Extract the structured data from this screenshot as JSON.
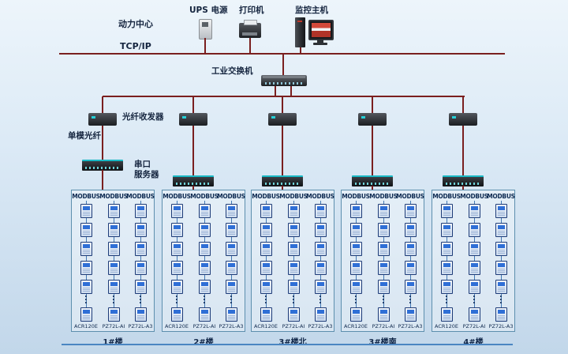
{
  "colors": {
    "backbone_line": "#7a1f1f",
    "branch_line": "#4178b4",
    "device_accent": "#19b8c4",
    "box_border": "#5d8fae",
    "background_top": "#edf5fb",
    "background_bottom": "#c2d7ea"
  },
  "top": {
    "power_center": "动力中心",
    "ups_label": "UPS 电源",
    "printer_label": "打印机",
    "host_label": "监控主机",
    "tcpip_label": "TCP/IP",
    "switch_label": "工业交换机"
  },
  "annotations": {
    "fiber_transceiver": "光纤收发器",
    "single_mode_fiber": "单模光纤",
    "serial_server_line1": "串口",
    "serial_server_line2": "服务器"
  },
  "icons": {
    "ups": "ups-tower-icon (css box)",
    "printer": "printer-icon (css box)",
    "monitor_host": "pc-with-monitor-icon (css shapes)",
    "switch": "industrial-switch-icon (css box with ports)",
    "fiber_transceiver": "fiber-transceiver-icon (css box)",
    "serial_server": "serial-server-icon (css box, teal stripe)",
    "meter": "power-meter-icon (css box, blue display)"
  },
  "meters": {
    "visible_rows": 5,
    "bottom_rows": 1
  },
  "branches": [
    {
      "building": "1#楼",
      "columns": [
        {
          "bus": "MODBUS",
          "model": "ACR120E"
        },
        {
          "bus": "MODBUS",
          "model": "PZ72L-AI"
        },
        {
          "bus": "MODBUS",
          "model": "PZ72L-A3"
        }
      ]
    },
    {
      "building": "2#楼",
      "columns": [
        {
          "bus": "MODBUS",
          "model": "ACR120E"
        },
        {
          "bus": "MODBUS",
          "model": "PZ72L-AI"
        },
        {
          "bus": "MODBUS",
          "model": "PZ72L-A3"
        }
      ]
    },
    {
      "building": "3#楼北",
      "columns": [
        {
          "bus": "MODBUS",
          "model": "ACR120E"
        },
        {
          "bus": "MODBUS",
          "model": "PZ72L-AI"
        },
        {
          "bus": "MODBUS",
          "model": "PZ72L-A3"
        }
      ]
    },
    {
      "building": "3#楼南",
      "columns": [
        {
          "bus": "MODBUS",
          "model": "ACR120E"
        },
        {
          "bus": "MODBUS",
          "model": "PZ72L-AI"
        },
        {
          "bus": "MODBUS",
          "model": "PZ72L-A3"
        }
      ]
    },
    {
      "building": "4#楼",
      "columns": [
        {
          "bus": "MODBUS",
          "model": "ACR120E"
        },
        {
          "bus": "MODBUS",
          "model": "PZ72L-AI"
        },
        {
          "bus": "MODBUS",
          "model": "PZ72L-A3"
        }
      ]
    }
  ]
}
